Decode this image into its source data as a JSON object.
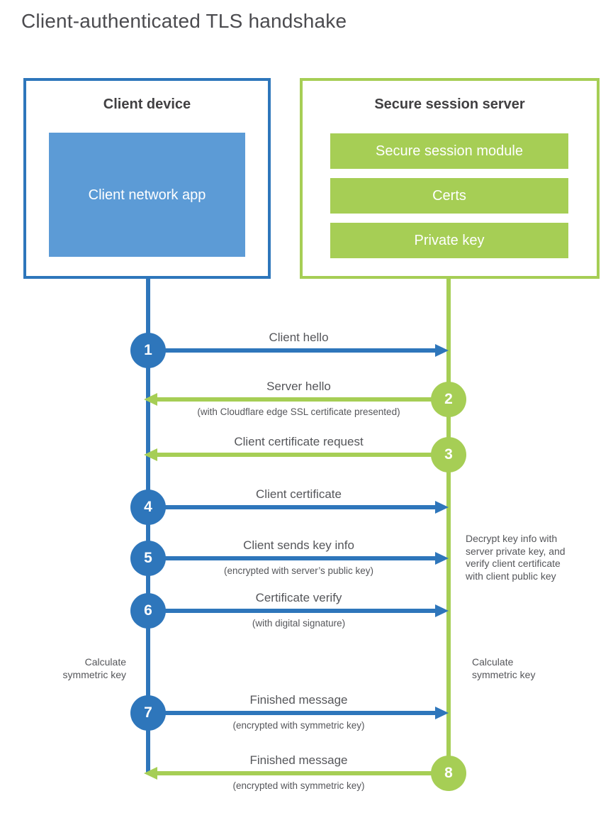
{
  "title": "Client-authenticated TLS handshake",
  "colors": {
    "blue": "#2e76bb",
    "light_blue": "#5c9bd6",
    "green": "#a6ce55",
    "heading_text": "#414042",
    "label_text": "#55565a"
  },
  "client": {
    "heading": "Client device",
    "app_label": "Client network app"
  },
  "server": {
    "heading": "Secure session server",
    "modules": [
      "Secure session module",
      "Certs",
      "Private key"
    ]
  },
  "steps": [
    {
      "num": "1",
      "from": "client",
      "to": "server",
      "label": "Client hello",
      "sub": ""
    },
    {
      "num": "2",
      "from": "server",
      "to": "client",
      "label": "Server hello",
      "sub": "(with Cloudflare edge SSL certificate presented)"
    },
    {
      "num": "3",
      "from": "server",
      "to": "client",
      "label": "Client certificate request",
      "sub": ""
    },
    {
      "num": "4",
      "from": "client",
      "to": "server",
      "label": "Client certificate",
      "sub": ""
    },
    {
      "num": "5",
      "from": "client",
      "to": "server",
      "label": "Client sends key info",
      "sub": "(encrypted with server’s public key)"
    },
    {
      "num": "6",
      "from": "client",
      "to": "server",
      "label": "Certificate verify",
      "sub": "(with digital signature)"
    },
    {
      "num": "7",
      "from": "client",
      "to": "server",
      "label": "Finished message",
      "sub": "(encrypted with symmetric key)"
    },
    {
      "num": "8",
      "from": "server",
      "to": "client",
      "label": "Finished message",
      "sub": "(encrypted with symmetric key)"
    }
  ],
  "annotations": {
    "decrypt_note_lines": [
      "Decrypt key info with",
      "server private key, and",
      "verify client certificate",
      "with client public key"
    ],
    "calculate_left_lines": [
      "Calculate",
      "symmetric key"
    ],
    "calculate_right_lines": [
      "Calculate",
      "symmetric key"
    ]
  }
}
